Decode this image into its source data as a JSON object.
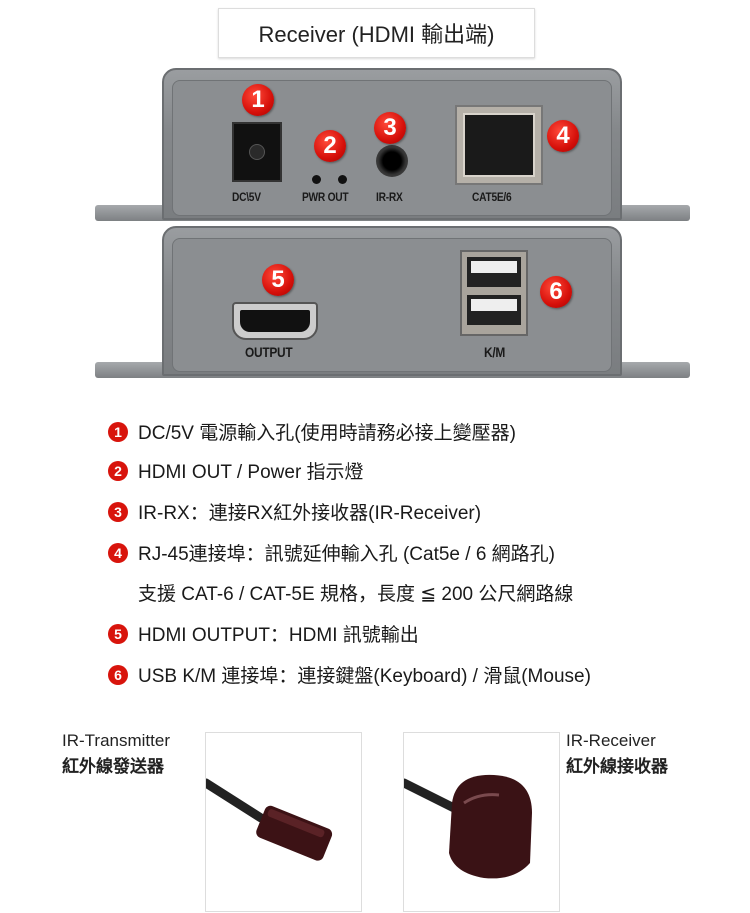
{
  "title": "Receiver (HDMI 輸出端)",
  "top_panel": {
    "labels": [
      "DC\\5V",
      "PWR OUT",
      "IR-RX",
      "CAT5E/6"
    ],
    "badges": [
      "1",
      "2",
      "3",
      "4"
    ]
  },
  "bottom_panel": {
    "labels": [
      "OUTPUT",
      "K/M"
    ],
    "badges": [
      "5",
      "6"
    ]
  },
  "features": [
    {
      "num": "1",
      "text": "DC/5V 電源輸入孔(使用時請務必接上變壓器)"
    },
    {
      "num": "2",
      "text": "HDMI OUT / Power 指示燈"
    },
    {
      "num": "3",
      "text": "IR-RX：連接RX紅外接收器(IR-Receiver)"
    },
    {
      "num": "4",
      "text": "RJ-45連接埠：訊號延伸輸入孔 (Cat5e / 6 網路孔)",
      "line2": "支援 CAT-6 / CAT-5E 規格，長度 ≦ 200 公尺網路線"
    },
    {
      "num": "5",
      "text": "HDMI OUTPUT：HDMI 訊號輸出"
    },
    {
      "num": "6",
      "text": "USB K/M 連接埠：連接鍵盤(Keyboard) / 滑鼠(Mouse)"
    }
  ],
  "accessories": [
    {
      "name": "IR-Transmitter",
      "name_zh": "紅外線發送器"
    },
    {
      "name": "IR-Receiver",
      "name_zh": "紅外線接收器"
    }
  ],
  "colors": {
    "badge": "#d8140c",
    "chassis": "#8b8e91"
  }
}
